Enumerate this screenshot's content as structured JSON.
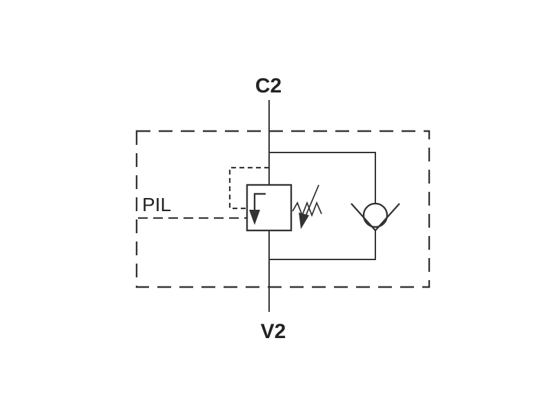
{
  "labels": {
    "top_port": "C2",
    "bottom_port": "V2",
    "pilot": "PIL"
  },
  "colors": {
    "line": "#333333",
    "text": "#222222",
    "background": "#ffffff"
  }
}
